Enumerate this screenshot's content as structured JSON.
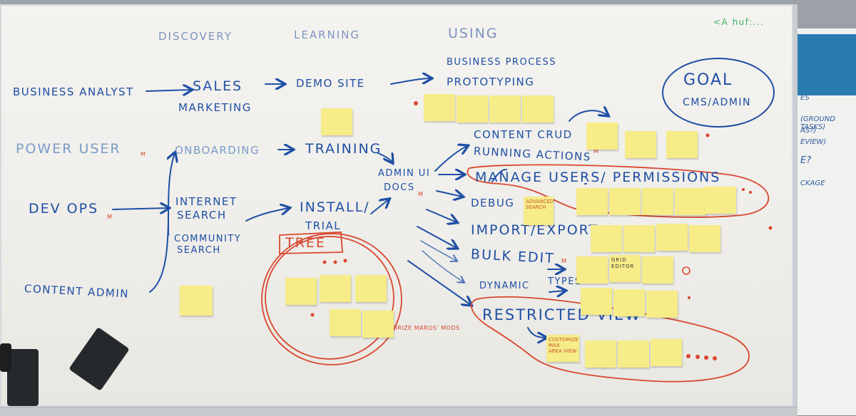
{
  "headers": {
    "discovery": "DISCOVERY",
    "learning": "LEARNING",
    "using": "USING"
  },
  "corner_note": "<A huf:...",
  "personas": {
    "business_analyst": "BUSINESS ANALYST",
    "power_user": "POWER USER",
    "dev_ops": "DEV OPS",
    "content_admin": "CONTENT ADMIN"
  },
  "discovery": {
    "sales": "SALES",
    "marketing": "MARKETING",
    "onboarding": "ONBOARDING",
    "internet_search_1": "INTERNET",
    "internet_search_2": "SEARCH",
    "community_search_1": "COMMUNITY",
    "community_search_2": "SEARCH"
  },
  "learning": {
    "demo_site": "DEMO SITE",
    "training": "TRAINING",
    "install_1": "INSTALL/",
    "install_2": "TRIAL",
    "tree": "TREE",
    "memorize": "MEMORIZE MAROS' MODS",
    "admin_ui": "ADMIN UI",
    "docs": "DOCS"
  },
  "using": {
    "business_process_1": "BUSINESS PROCESS",
    "business_process_2": "PROTOTYPING",
    "content_crud": "CONTENT CRUD",
    "running_actions": "RUNNING ACTIONS",
    "manage_users": "MANAGE USERS/ PERMISSIONS",
    "debug": "DEBUG",
    "import_export": "IMPORT/EXPORT",
    "bulk_edit": "BULK EDIT",
    "dynamic": "DYNAMIC",
    "types": "TYPES",
    "restricted_view": "RESTRICTED VIEW"
  },
  "goal": {
    "title": "GOAL",
    "subtitle": "CMS/ADMIN"
  },
  "sticky_text": {
    "advanced_search_1": "ADVANCED",
    "advanced_search_2": "SEARCH",
    "grid_editor_1": "GRID",
    "grid_editor_2": "EDITOR",
    "restricted_note_1": "CUSTOMIZE",
    "restricted_note_2": "MAX",
    "restricted_note_3": "AREA VIEW"
  },
  "marks": {
    "m": "M"
  },
  "right_board": {
    "l1": "ES",
    "l2": "(GROUND TASKS)",
    "l3": "AS?)",
    "l4": "EVIEW)",
    "l5": "E?",
    "l6": "CKAGE"
  },
  "colors": {
    "ink_blue": "#1f4fa5",
    "marker_red": "#d9472f",
    "sticky_yellow": "#f6ec88",
    "marker_green": "#3bb26b"
  }
}
